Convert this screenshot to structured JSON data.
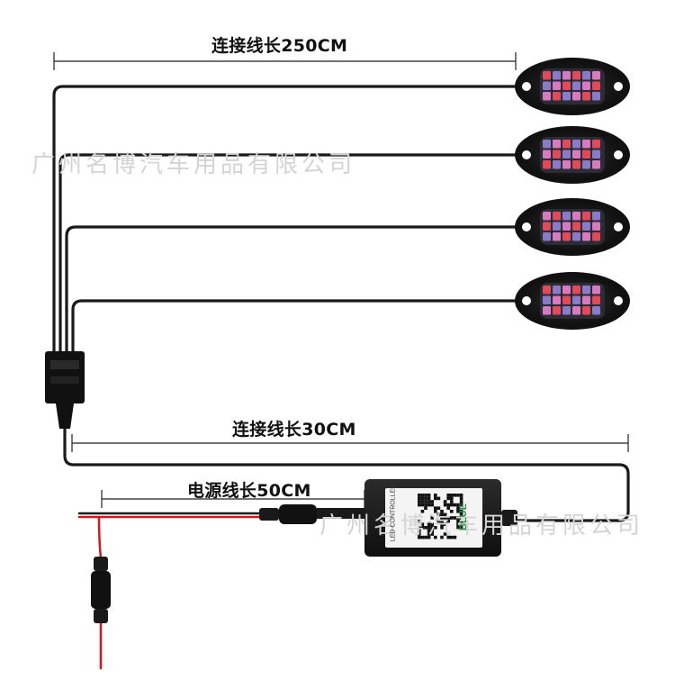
{
  "labels": {
    "cable_length_long": "连接线长250CM",
    "cable_length_mid": "连接线长30CM",
    "power_length": "电源线长50CM"
  },
  "watermark": {
    "text": "广州名博汽车用品有限公司"
  },
  "controller": {
    "sticker_text": "LED CONTROLLER",
    "brand_mark": "BLUE"
  },
  "colors": {
    "cable": "#1a1a1a",
    "power_red": "#d8141c",
    "led_red": "#e04a5a",
    "led_violet": "#8a7ac8",
    "led_pink": "#d87ac0",
    "pod_body": "#151515",
    "background": "#ffffff"
  },
  "rock_lights": [
    {
      "name": "light-1"
    },
    {
      "name": "light-2"
    },
    {
      "name": "light-3"
    },
    {
      "name": "light-4"
    }
  ]
}
